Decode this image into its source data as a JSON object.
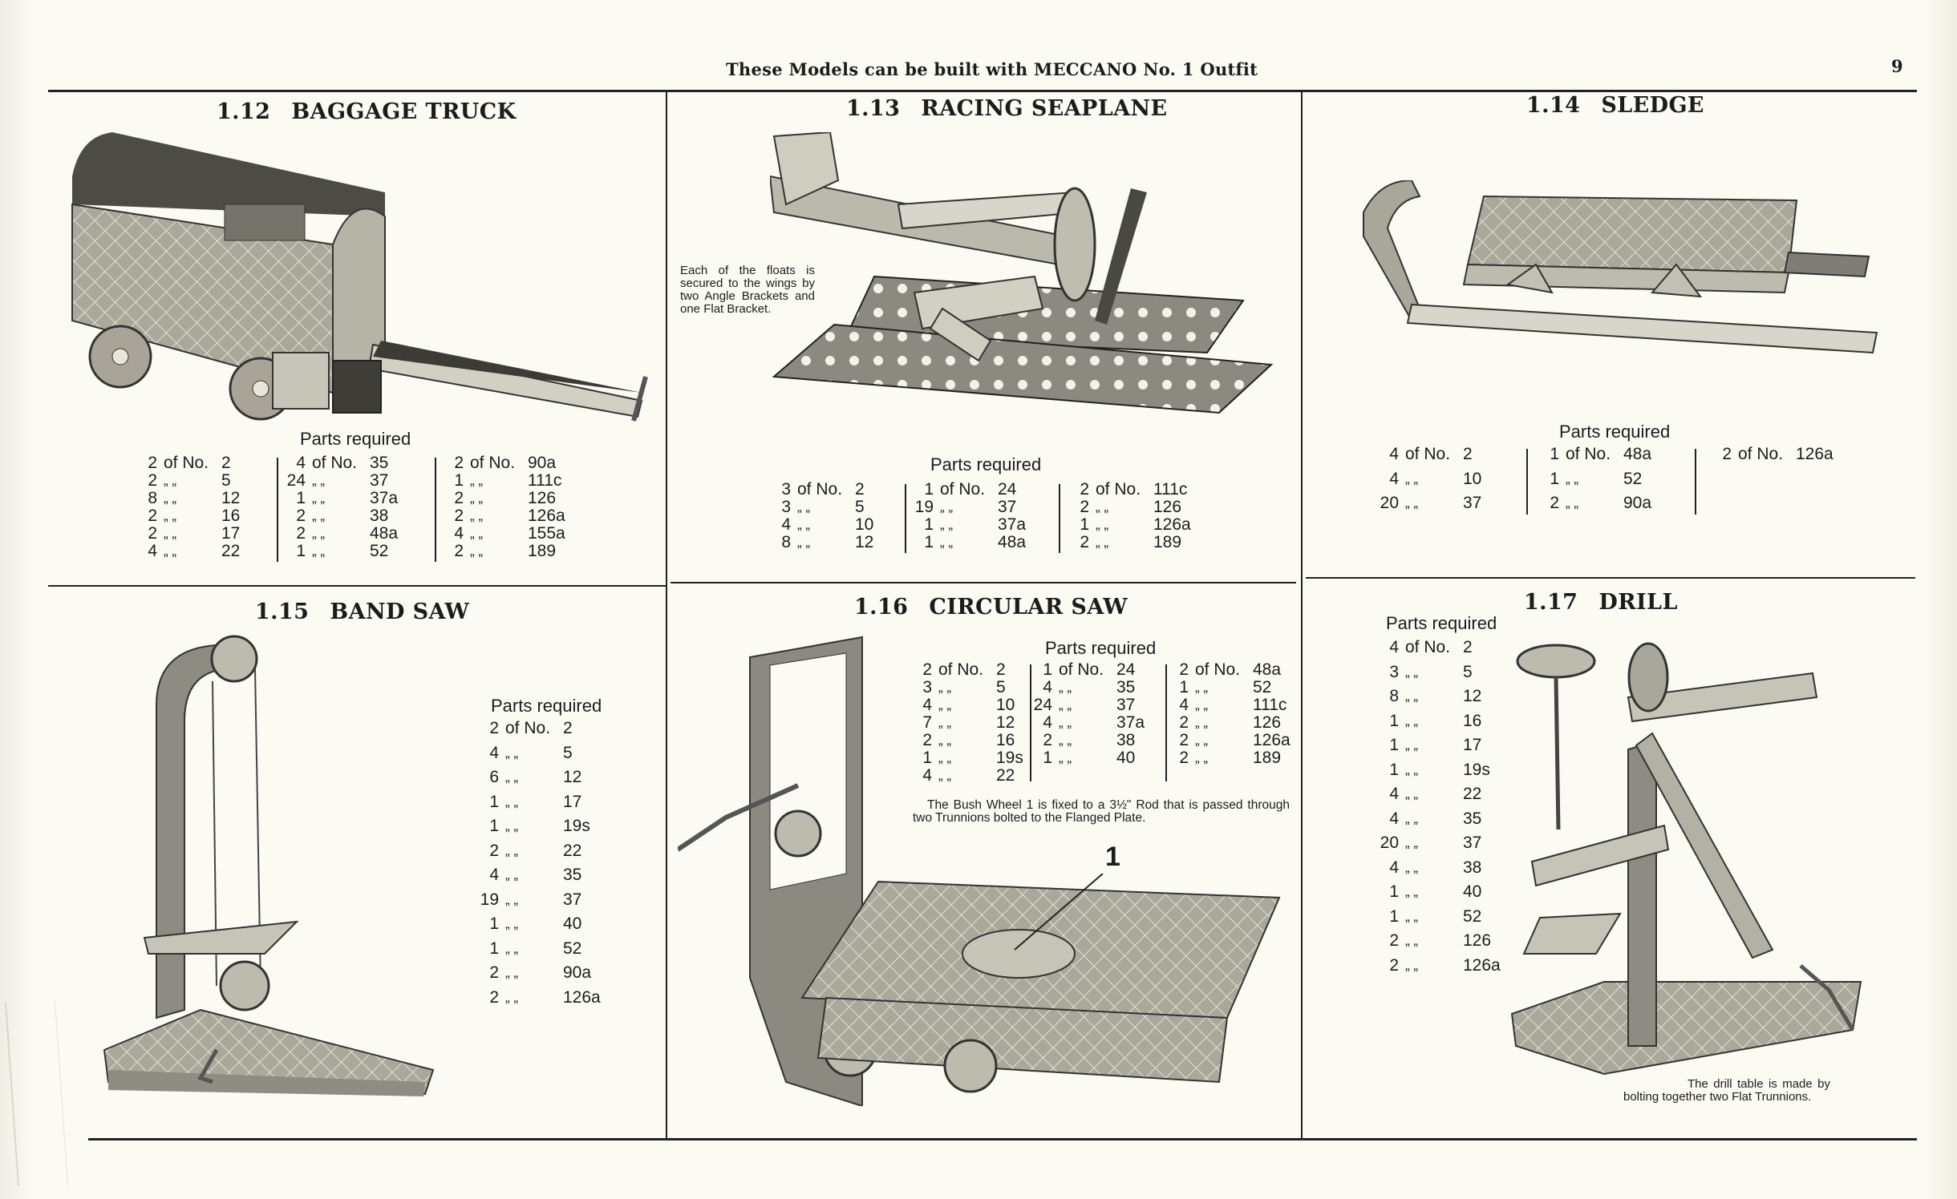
{
  "header": {
    "title": "These Models can be built with MECCANO No. 1 Outfit",
    "page_number": "9"
  },
  "parts_label": "Parts required",
  "ditto": "„  „",
  "of_no": "of No.",
  "models": [
    {
      "number": "1.12",
      "name": "BAGGAGE TRUCK",
      "columns": [
        [
          [
            "2",
            "2"
          ],
          [
            "2",
            "5"
          ],
          [
            "8",
            "12"
          ],
          [
            "2",
            "16"
          ],
          [
            "2",
            "17"
          ],
          [
            "4",
            "22"
          ]
        ],
        [
          [
            "4",
            "35"
          ],
          [
            "24",
            "37"
          ],
          [
            "1",
            "37a"
          ],
          [
            "2",
            "38"
          ],
          [
            "2",
            "48a"
          ],
          [
            "1",
            "52"
          ]
        ],
        [
          [
            "2",
            "90a"
          ],
          [
            "1",
            "111c"
          ],
          [
            "2",
            "126"
          ],
          [
            "2",
            "126a"
          ],
          [
            "4",
            "155a"
          ],
          [
            "2",
            "189"
          ]
        ]
      ]
    },
    {
      "number": "1.13",
      "name": "RACING SEAPLANE",
      "caption": "Each of the floats is secured to the wings by two Angle Brackets and one Flat Bracket.",
      "columns": [
        [
          [
            "3",
            "2"
          ],
          [
            "3",
            "5"
          ],
          [
            "4",
            "10"
          ],
          [
            "8",
            "12"
          ]
        ],
        [
          [
            "1",
            "24"
          ],
          [
            "19",
            "37"
          ],
          [
            "1",
            "37a"
          ],
          [
            "1",
            "48a"
          ]
        ],
        [
          [
            "2",
            "111c"
          ],
          [
            "2",
            "126"
          ],
          [
            "1",
            "126a"
          ],
          [
            "2",
            "189"
          ]
        ]
      ]
    },
    {
      "number": "1.14",
      "name": "SLEDGE",
      "columns": [
        [
          [
            "4",
            "2"
          ],
          [
            "4",
            "10"
          ],
          [
            "20",
            "37"
          ]
        ],
        [
          [
            "1",
            "48a"
          ],
          [
            "1",
            "52"
          ],
          [
            "2",
            "90a"
          ]
        ],
        [
          [
            "2",
            "126a"
          ]
        ]
      ]
    },
    {
      "number": "1.15",
      "name": "BAND SAW",
      "columns": [
        [
          [
            "2",
            "2"
          ],
          [
            "4",
            "5"
          ],
          [
            "6",
            "12"
          ],
          [
            "1",
            "17"
          ],
          [
            "1",
            "19s"
          ],
          [
            "2",
            "22"
          ],
          [
            "4",
            "35"
          ],
          [
            "19",
            "37"
          ],
          [
            "1",
            "40"
          ],
          [
            "1",
            "52"
          ],
          [
            "2",
            "90a"
          ],
          [
            "2",
            "126a"
          ]
        ]
      ]
    },
    {
      "number": "1.16",
      "name": "CIRCULAR SAW",
      "caption": "The Bush Wheel 1 is fixed to a 3½\" Rod that is passed through two Trunnions bolted to the Flanged Plate.",
      "callout": "1",
      "columns": [
        [
          [
            "2",
            "2"
          ],
          [
            "3",
            "5"
          ],
          [
            "4",
            "10"
          ],
          [
            "7",
            "12"
          ],
          [
            "2",
            "16"
          ],
          [
            "1",
            "19s"
          ],
          [
            "4",
            "22"
          ]
        ],
        [
          [
            "1",
            "24"
          ],
          [
            "4",
            "35"
          ],
          [
            "24",
            "37"
          ],
          [
            "4",
            "37a"
          ],
          [
            "2",
            "38"
          ],
          [
            "1",
            "40"
          ]
        ],
        [
          [
            "2",
            "48a"
          ],
          [
            "1",
            "52"
          ],
          [
            "4",
            "111c"
          ],
          [
            "2",
            "126"
          ],
          [
            "2",
            "126a"
          ],
          [
            "2",
            "189"
          ]
        ]
      ]
    },
    {
      "number": "1.17",
      "name": "DRILL",
      "caption": "The drill table is made by bolting together two Flat Trunnions.",
      "columns": [
        [
          [
            "4",
            "2"
          ],
          [
            "3",
            "5"
          ],
          [
            "8",
            "12"
          ],
          [
            "1",
            "16"
          ],
          [
            "1",
            "17"
          ],
          [
            "1",
            "19s"
          ],
          [
            "4",
            "22"
          ],
          [
            "4",
            "35"
          ],
          [
            "20",
            "37"
          ],
          [
            "4",
            "38"
          ],
          [
            "1",
            "40"
          ],
          [
            "1",
            "52"
          ],
          [
            "2",
            "126"
          ],
          [
            "2",
            "126a"
          ]
        ]
      ]
    }
  ],
  "colors": {
    "paper": "#fbfaf3",
    "ink": "#1c1c1c",
    "metal_light": "#c9c6ba",
    "metal_dark": "#5d5b54"
  }
}
